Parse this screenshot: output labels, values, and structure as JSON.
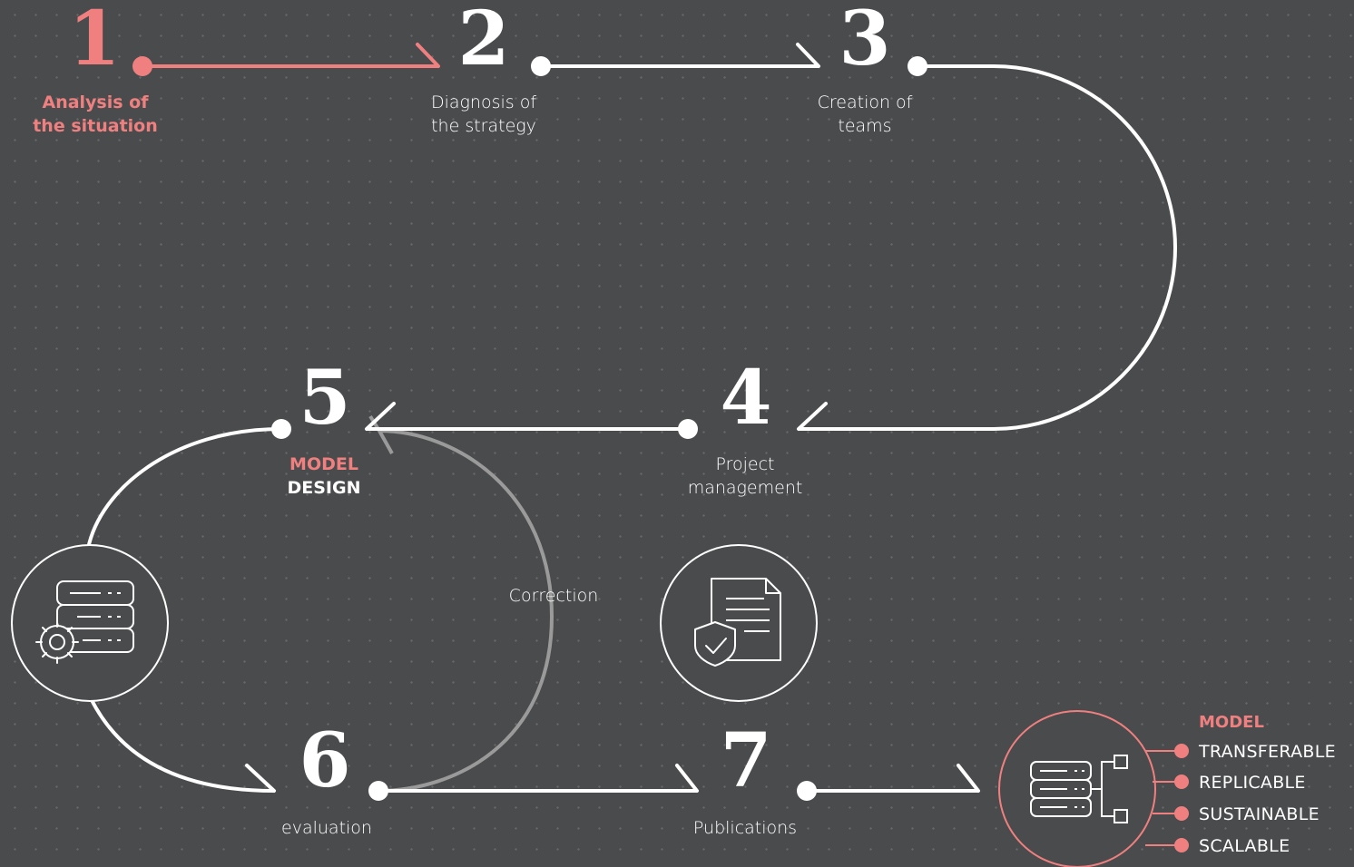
{
  "steps": [
    {
      "num": "1",
      "label_lines": [
        "Analysis of",
        "the situation"
      ]
    },
    {
      "num": "2",
      "label_lines": [
        "Diagnosis of",
        "the strategy"
      ]
    },
    {
      "num": "3",
      "label_lines": [
        "Creation of",
        "teams"
      ]
    },
    {
      "num": "4",
      "label_lines": [
        "Project",
        "management"
      ]
    },
    {
      "num": "5",
      "label_lines": [
        "MODEL",
        "DESIGN"
      ]
    },
    {
      "num": "6",
      "label_lines": [
        "evaluation"
      ]
    },
    {
      "num": "7",
      "label_lines": [
        "Publications"
      ]
    }
  ],
  "correction_label": "Correction",
  "model": {
    "heading": "MODEL",
    "items": [
      "TRANSFERABLE",
      "REPLICABLE",
      "SUSTAINABLE",
      "SCALABLE"
    ]
  },
  "icons": {
    "model_design": "database-gear-icon",
    "publications": "document-shield-icon",
    "model_output": "database-hierarchy-icon"
  },
  "colors": {
    "background": "#4a4b4d",
    "accent": "#f08080",
    "line": "#ffffff",
    "correction_line": "#9a9a9a"
  }
}
